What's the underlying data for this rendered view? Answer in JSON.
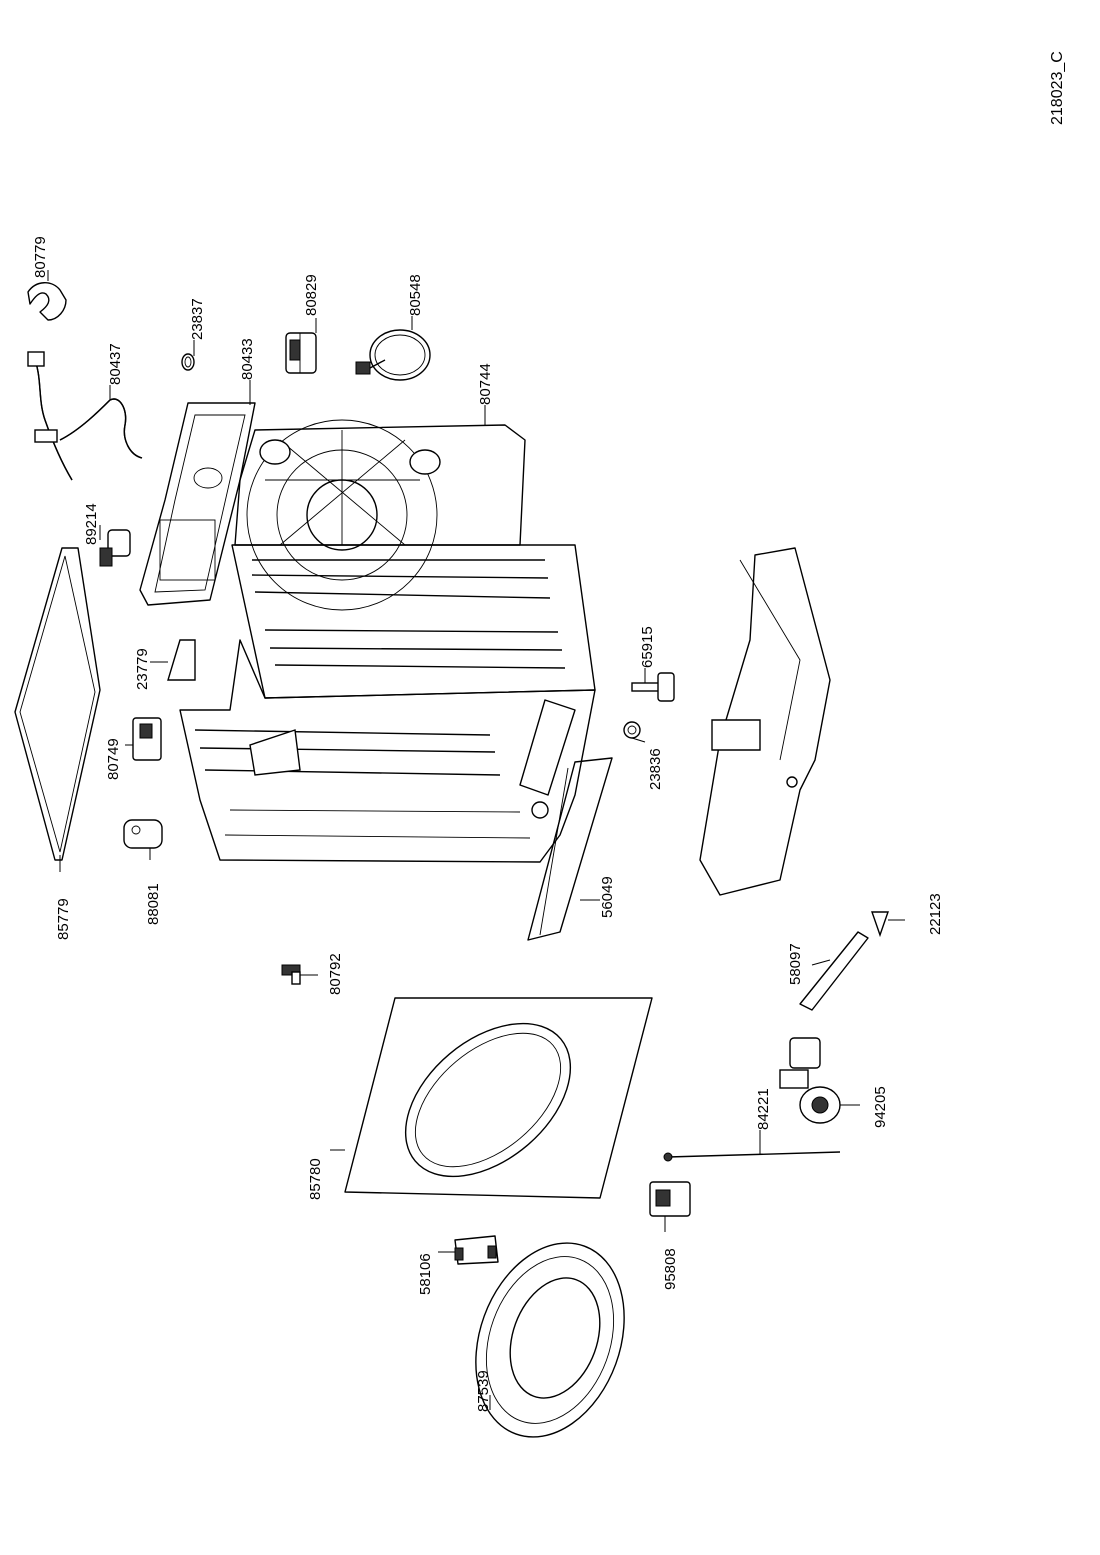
{
  "drawing_code": "218023_C",
  "colors": {
    "ink": "#000000",
    "paper": "#ffffff"
  },
  "parts": {
    "p80779": "80779",
    "p80437": "80437",
    "p23837": "23837",
    "p80829": "80829",
    "p80548": "80548",
    "p80433": "80433",
    "p80744": "80744",
    "p89214": "89214",
    "p23779": "23779",
    "p65915": "65915",
    "p80749": "80749",
    "p23836": "23836",
    "p88081": "88081",
    "p85779": "85779",
    "p56049": "56049",
    "p22123": "22123",
    "p80792": "80792",
    "p58097": "58097",
    "p84221": "84221",
    "p94205": "94205",
    "p85780": "85780",
    "p95808": "95808",
    "p58106": "58106",
    "p87539": "87539"
  }
}
